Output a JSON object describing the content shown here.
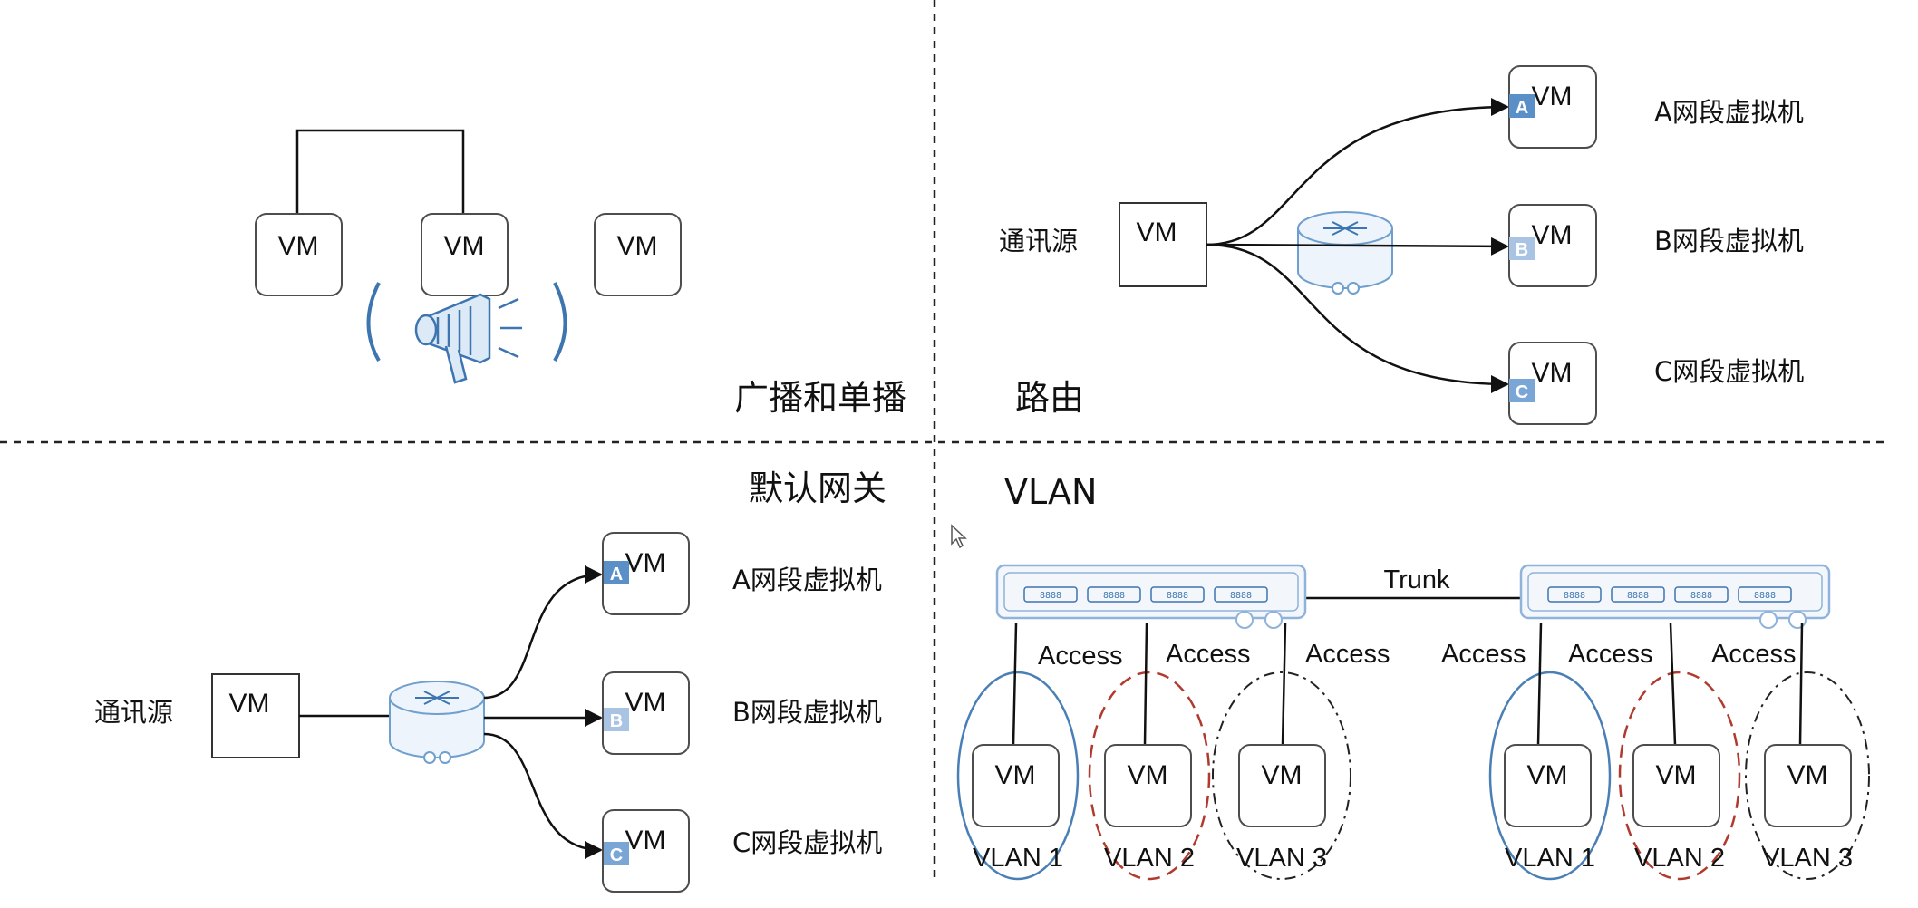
{
  "quadrants": {
    "broadcast": {
      "title": "广播和单播",
      "vms": [
        "VM",
        "VM",
        "VM"
      ],
      "icon": "megaphone-icon"
    },
    "routing": {
      "title": "路由",
      "source_label": "通讯源",
      "source_vm": "VM",
      "targets": [
        {
          "vm": "VM",
          "badge": "A",
          "label": "A网段虚拟机",
          "badge_color": "#5b8fc7"
        },
        {
          "vm": "VM",
          "badge": "B",
          "label": "B网段虚拟机",
          "badge_color": "#a9c3e3"
        },
        {
          "vm": "VM",
          "badge": "C",
          "label": "C网段虚拟机",
          "badge_color": "#7aa6d6"
        }
      ],
      "icon": "router-icon"
    },
    "gateway": {
      "title": "默认网关",
      "source_label": "通讯源",
      "source_vm": "VM",
      "targets": [
        {
          "vm": "VM",
          "badge": "A",
          "label": "A网段虚拟机",
          "badge_color": "#5b8fc7"
        },
        {
          "vm": "VM",
          "badge": "B",
          "label": "B网段虚拟机",
          "badge_color": "#a9c3e3"
        },
        {
          "vm": "VM",
          "badge": "C",
          "label": "C网段虚拟机",
          "badge_color": "#7aa6d6"
        }
      ],
      "icon": "router-icon"
    },
    "vlan": {
      "title": "VLAN",
      "trunk_label": "Trunk",
      "switches": [
        {
          "ports": [
            "8888",
            "8888",
            "8888",
            "8888"
          ],
          "links": [
            {
              "label": "Access",
              "vm": "VM",
              "vlan": "VLAN 1",
              "group_color": "#4a7fb5"
            },
            {
              "label": "Access",
              "vm": "VM",
              "vlan": "VLAN 2",
              "group_color": "#b03a2e"
            },
            {
              "label": "Access",
              "vm": "VM",
              "vlan": "VLAN 3",
              "group_color": "#222222"
            }
          ]
        },
        {
          "ports": [
            "8888",
            "8888",
            "8888",
            "8888"
          ],
          "links": [
            {
              "label": "Access",
              "vm": "VM",
              "vlan": "VLAN 1",
              "group_color": "#4a7fb5"
            },
            {
              "label": "Access",
              "vm": "VM",
              "vlan": "VLAN 2",
              "group_color": "#b03a2e"
            },
            {
              "label": "Access",
              "vm": "VM",
              "vlan": "VLAN 3",
              "group_color": "#222222"
            }
          ]
        }
      ]
    }
  },
  "colors": {
    "accent_blue": "#3d75b0",
    "icon_light": "#dce9f6",
    "divider": "#222222"
  }
}
